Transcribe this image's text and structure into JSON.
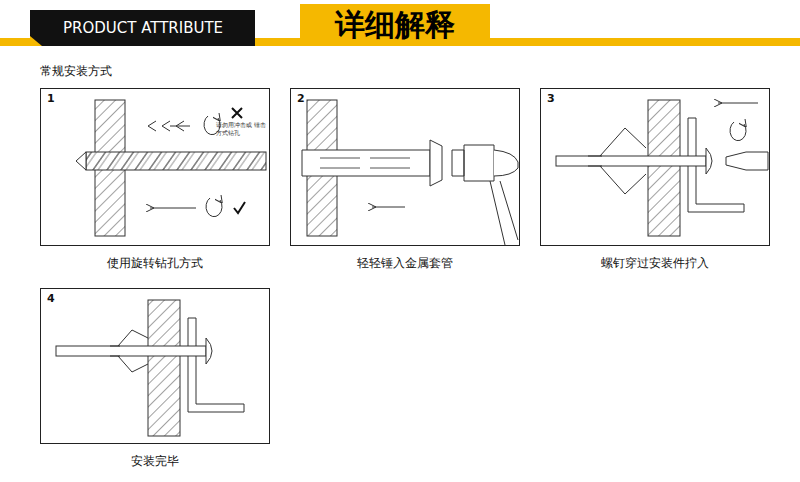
{
  "diagram": {
    "title": "详细解释",
    "nodes": [
      {
        "text": [
          "1",
          "使用旋转钻孔方式"
        ]
      },
      {
        "text": [
          "2",
          "轻轻锤入金属套管"
        ]
      },
      {
        "text": [
          "3",
          "螺钉穿过安装件拧入"
        ]
      },
      {
        "text": [
          "4",
          "安装完毕"
        ]
      }
    ],
    "labels": [
      "PRODUCT ATTRIBUTE",
      "常规安装方式",
      "请勿用冲击或 锤击方式钻孔"
    ]
  }
}
